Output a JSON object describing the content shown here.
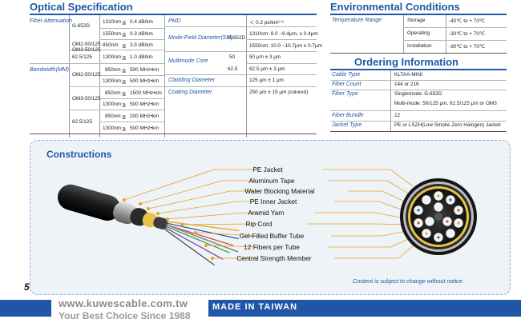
{
  "optical": {
    "title": "Optical Specification",
    "attenuation": {
      "label": "Fiber Attenuation",
      "rows": [
        {
          "type": "G.652D",
          "wl": "1310nm",
          "op": "≦",
          "val": "0.4 dB/km"
        },
        {
          "type": "",
          "wl": "1550nm",
          "op": "≦",
          "val": "0.3 dB/km"
        },
        {
          "type": "OM2-50/125\nOM3-50/125",
          "wl": "850nm",
          "op": "≦",
          "val": "3.5 dB/km"
        },
        {
          "type": "62.5/125",
          "wl": "1300nm",
          "op": "≦",
          "val": "1.0 dB/km"
        }
      ]
    },
    "bandwidth": {
      "label": "Bandwidth(MM)",
      "rows": [
        {
          "type": "OM2-50/125",
          "wl": "850nm",
          "op": "≧",
          "val": "500 MHz•km"
        },
        {
          "type": "",
          "wl": "1300nm",
          "op": "≧",
          "val": "500 MHz•km"
        },
        {
          "type": "OM3-50/125",
          "wl": "850nm",
          "op": "≧",
          "val": "1500 MHz•km"
        },
        {
          "type": "",
          "wl": "1300nm",
          "op": "≧",
          "val": "500 MHz•km"
        },
        {
          "type": "62.5/125",
          "wl": "850nm",
          "op": "≧",
          "val": "200 MHz•km"
        },
        {
          "type": "",
          "wl": "1300nm",
          "op": "≧",
          "val": "500 MHz•km"
        }
      ]
    },
    "right": {
      "pmd_label": "PMD",
      "pmd_value": "＜ 0.2 ps/km¹ᐟ²",
      "mfd_label": "Mode-Field Diameter(SM)",
      "mfd_type": "G.652D",
      "mfd_values": [
        "1310nm: 9.0 ~9.4μm, ± 0.4μm",
        "1550nm: 10.0 ~10.7μm ± 0.7μm"
      ],
      "core_label": "Multimode Core",
      "core_rows": [
        {
          "type": "50",
          "val": "50 μm ± 3 μm"
        },
        {
          "type": "62.5",
          "val": "62.5 μm ± 3 μm"
        }
      ],
      "cladding_label": "Cladding Diameter",
      "cladding_value": "125 μm ± 1 μm",
      "coating_label": "Coating Diameter",
      "coating_value": "250 μm ± 15 μm (colored)"
    }
  },
  "environmental": {
    "title": "Environmental Conditions",
    "label": "Temperature Range",
    "rows": [
      {
        "name": "Storage",
        "val": "-40℃ to + 70℃"
      },
      {
        "name": "Operating",
        "val": "-30℃ to + 70℃"
      },
      {
        "name": "Installation",
        "val": "-30℃ to + 70℃"
      }
    ]
  },
  "ordering": {
    "title": "Ordering Information",
    "rows": [
      {
        "label": "Cable Type",
        "val": "KLTAA-MINI"
      },
      {
        "label": "Fiber Count",
        "val": "144 or 216"
      },
      {
        "label": "Fiber Type",
        "val": "Singlemode: G.652D",
        "val2": "Multi-mode: 50/125 μm, 62.5/125 μm or OM3"
      },
      {
        "label": "Fiber Bundle",
        "val": "12"
      },
      {
        "label": "Jacket Type",
        "val": "PE or LSZH(Low Smoke Zero Halogen) Jacket"
      }
    ]
  },
  "constructions": {
    "title": "Constructions",
    "labels": [
      "PE Jacket",
      "Aluminum Tape",
      "Water Blocking Material",
      "PE Inner Jacket",
      "Aramid Yarn",
      "Rip Cord",
      "Gel-Filled Buffer Tube",
      "12 Fibers per Tube",
      "Central Strength Member"
    ],
    "note": "Content is subject to change without notice."
  },
  "page_number": "5",
  "footer": {
    "url": "www.kuwescable.com.tw",
    "slogan": "Your Best Choice Since 1988",
    "made_in": "MADE IN TAIWAN"
  },
  "colors": {
    "accent": "#1f56a5",
    "footer_bar": "#1f56a5",
    "gold": "#e8a21c"
  }
}
